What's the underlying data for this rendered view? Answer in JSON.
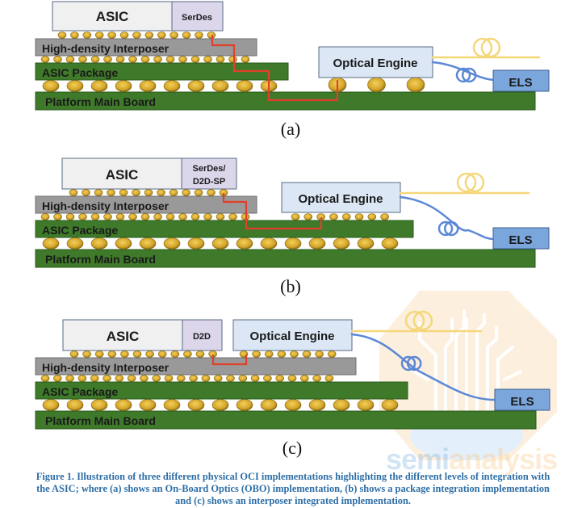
{
  "figure": {
    "colors": {
      "asic_fill": "#f0f0f1",
      "serdes_fill": "#dcd6ea",
      "block_stroke": "#5a6a86",
      "interposer_fill": "#999999",
      "package_fill": "#3f7a2a",
      "board_fill": "#3f7a2a",
      "bump_fill": "#d4a52a",
      "trace_red": "#e0402a",
      "optical_engine_fill": "#dbe7f4",
      "els_fill": "#7aa6dc",
      "fiber_yellow": "#f5d77a",
      "fiber_blue": "#5c88d6",
      "caption_color": "#2e6ea6"
    },
    "panels": [
      {
        "id": "a",
        "label": "(a)",
        "asic_label": "ASIC",
        "serdes_label_lines": [
          "SerDes"
        ],
        "interposer_label": "High-density Interposer",
        "package_label": "ASIC Package",
        "board_label": "Platform Main Board",
        "optical_engine_label": "Optical Engine",
        "els_label": "ELS",
        "implementation": "On-Board Optics (OBO)"
      },
      {
        "id": "b",
        "label": "(b)",
        "asic_label": "ASIC",
        "serdes_label_lines": [
          "SerDes/",
          "D2D-SP"
        ],
        "interposer_label": "High-density Interposer",
        "package_label": "ASIC Package",
        "board_label": "Platform Main Board",
        "optical_engine_label": "Optical Engine",
        "els_label": "ELS",
        "implementation": "package integration"
      },
      {
        "id": "c",
        "label": "(c)",
        "asic_label": "ASIC",
        "serdes_label_lines": [
          "D2D"
        ],
        "interposer_label": "High-density Interposer",
        "package_label": "ASIC Package",
        "board_label": "Platform Main Board",
        "optical_engine_label": "Optical Engine",
        "els_label": "ELS",
        "implementation": "interposer integrated"
      }
    ],
    "caption_lines": [
      "Figure 1. Illustration of three different physical OCI implementations highlighting the different levels of integration with",
      "the ASIC; where (a) shows an On-Board Optics (OBO) implementation, (b) shows a package integration implementation",
      "and (c) shows an interposer integrated implementation."
    ],
    "watermark": {
      "part1": "semi",
      "part2": "analysis"
    }
  }
}
